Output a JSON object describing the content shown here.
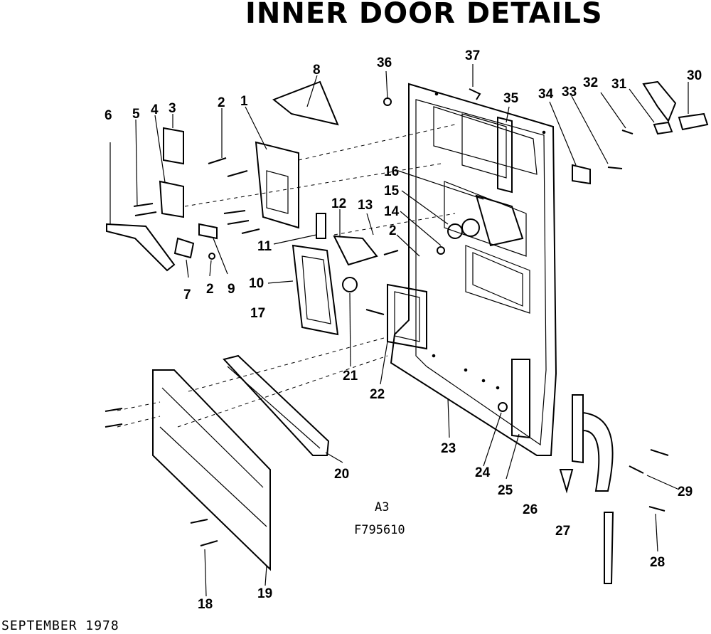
{
  "title": "INNER DOOR DETAILS",
  "footer": {
    "date": "SEPTEMBER 1978"
  },
  "codes": {
    "figure": "A3",
    "part_number": "F795610"
  },
  "callouts": [
    "1",
    "2",
    "2",
    "2",
    "3",
    "4",
    "5",
    "6",
    "7",
    "8",
    "9",
    "10",
    "11",
    "12",
    "13",
    "14",
    "15",
    "16",
    "17",
    "18",
    "19",
    "20",
    "21",
    "22",
    "23",
    "24",
    "25",
    "26",
    "27",
    "28",
    "29",
    "30",
    "31",
    "32",
    "33",
    "34",
    "35",
    "36",
    "37"
  ]
}
